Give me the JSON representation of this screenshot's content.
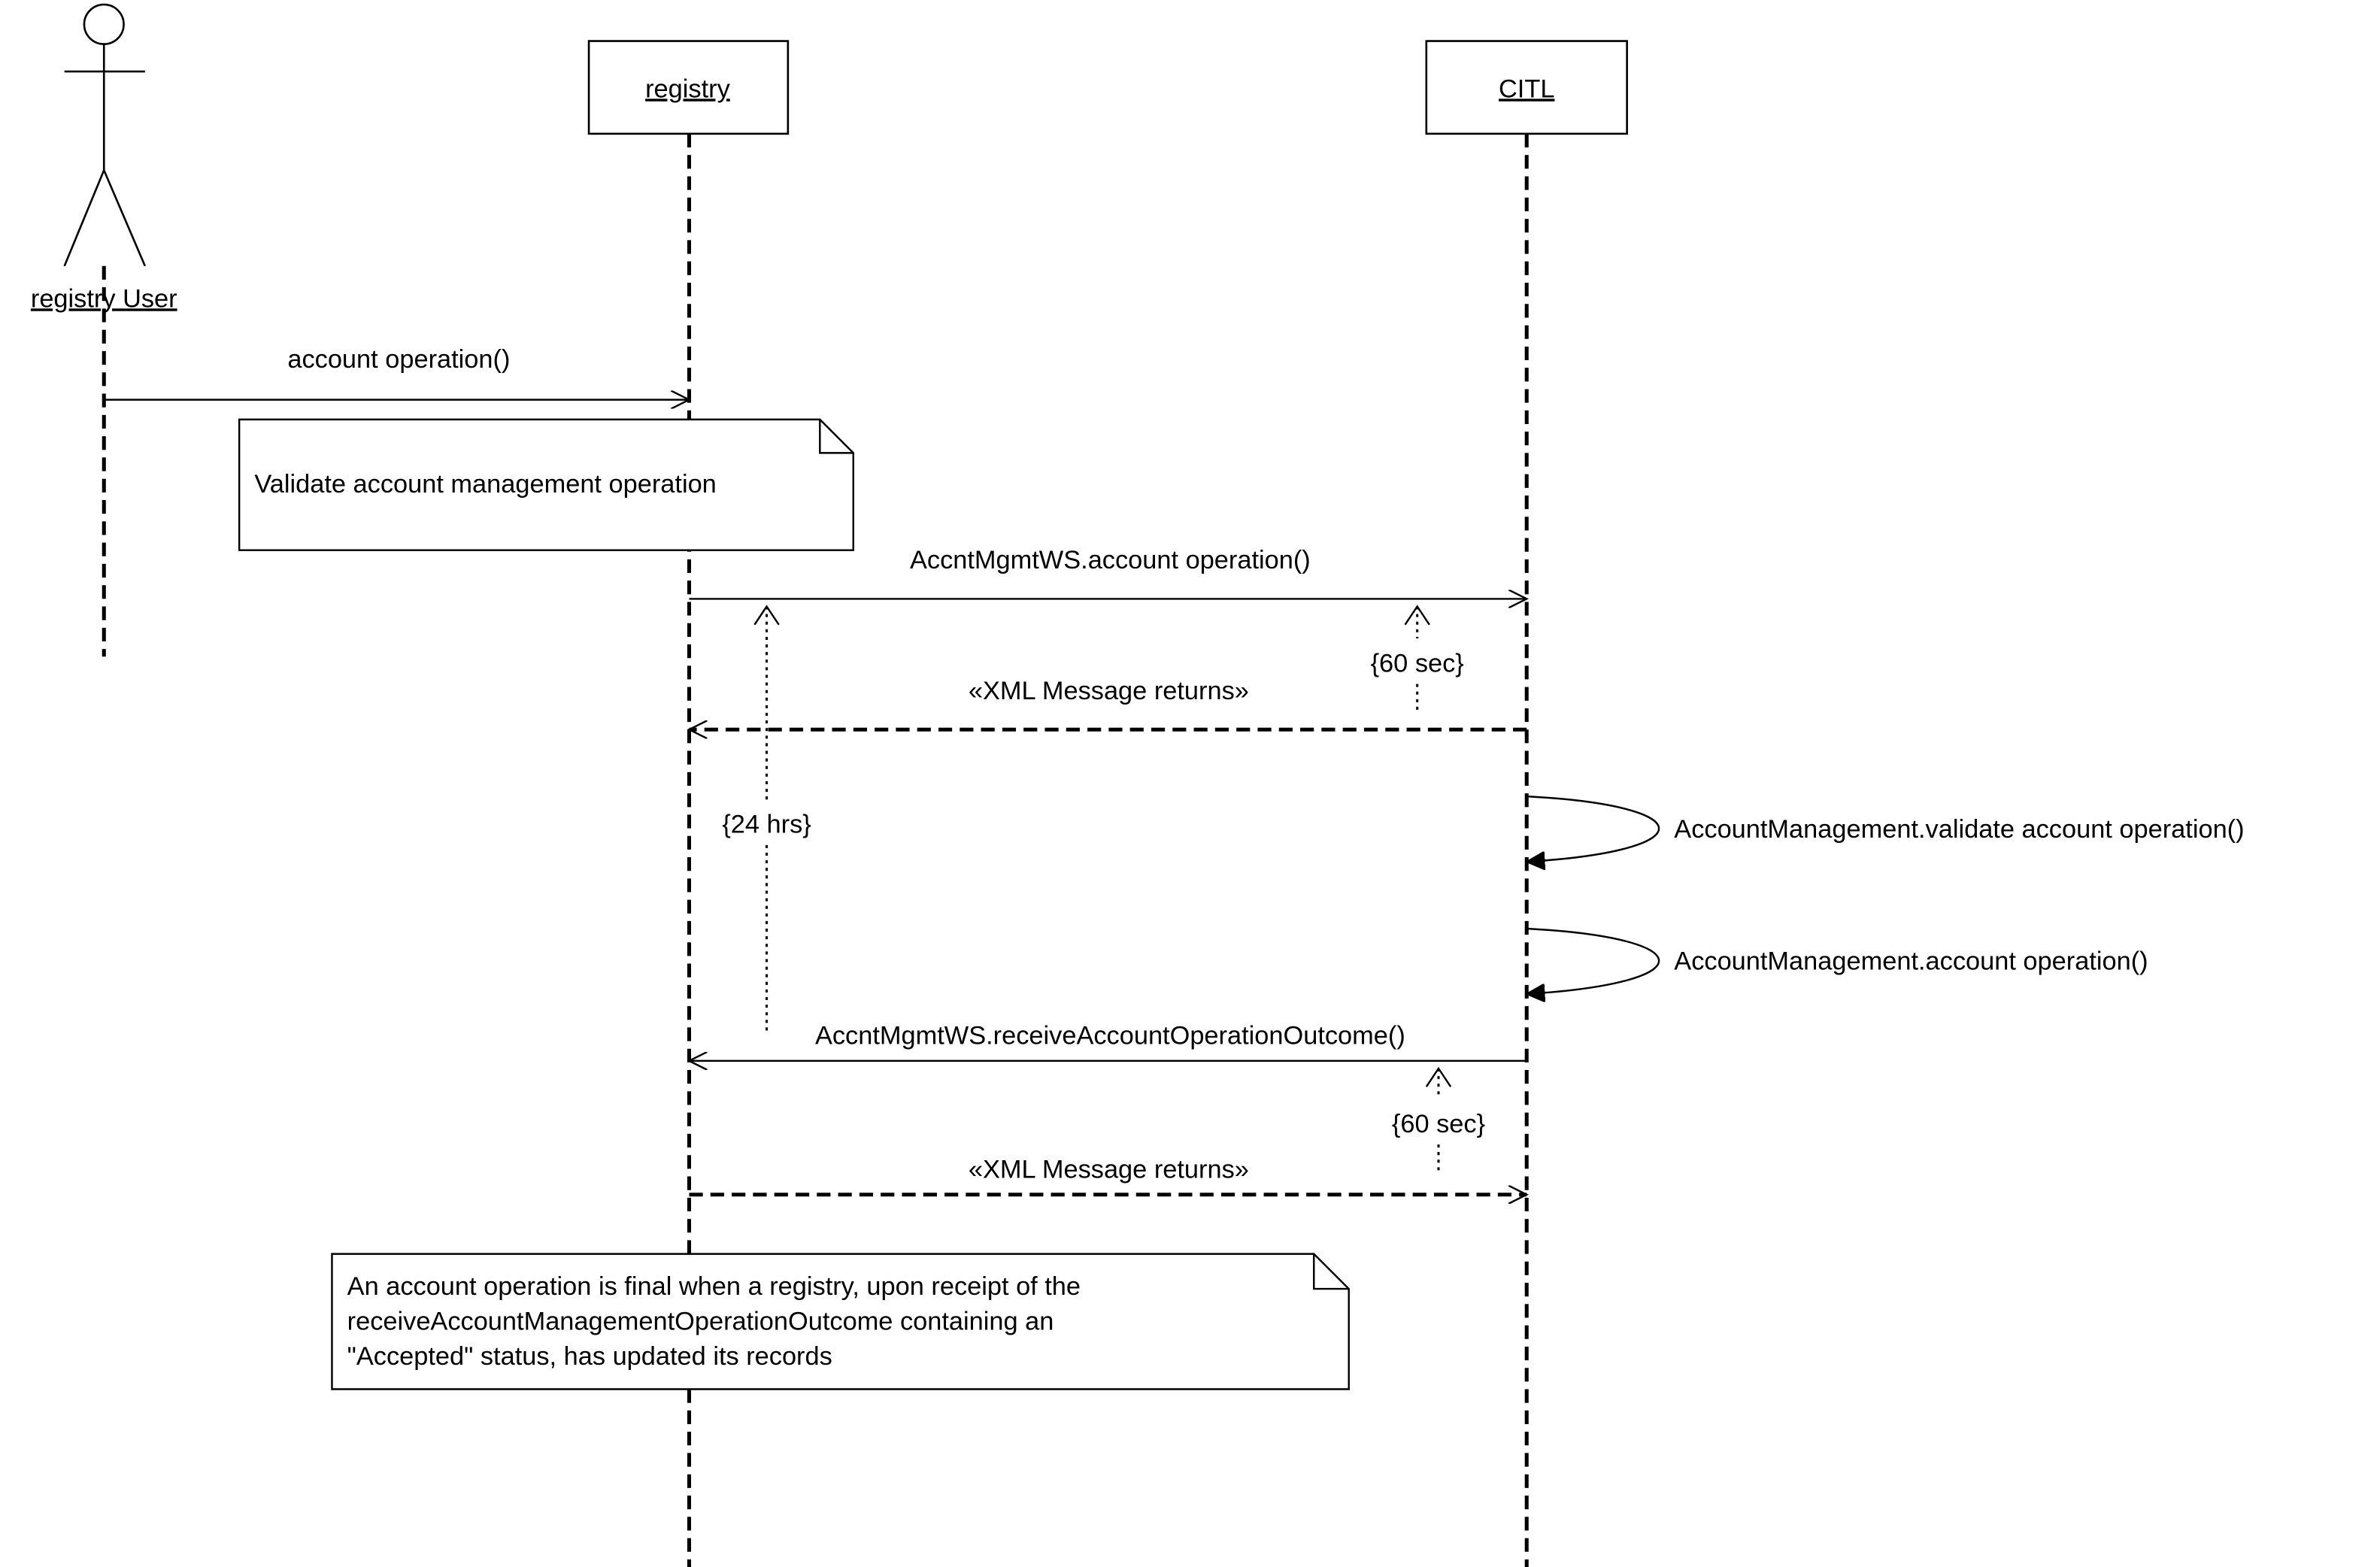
{
  "participants": {
    "actor": {
      "label": "registry User"
    },
    "registry": {
      "label": "registry"
    },
    "citl": {
      "label": "CITL"
    }
  },
  "messages": {
    "account_operation": "account operation()",
    "ws_account_operation": "AccntMgmtWS.account operation()",
    "xml_return_1": "«XML Message returns»",
    "validate_self_call": "AccountManagement.validate account operation()",
    "account_self_call": "AccountManagement.account operation()",
    "receive_outcome": "AccntMgmtWS.receiveAccountOperationOutcome()",
    "xml_return_2": "«XML Message returns»"
  },
  "constraints": {
    "timeout_1": "{60 sec}",
    "duration_24h": "{24 hrs}",
    "timeout_2": "{60 sec}"
  },
  "notes": {
    "validate_note": "Validate account management operation",
    "final_note_lines": [
      "An account operation is final when a registry, upon receipt of the",
      "receiveAccountManagementOperationOutcome containing an",
      "\"Accepted\" status, has updated its records"
    ]
  }
}
